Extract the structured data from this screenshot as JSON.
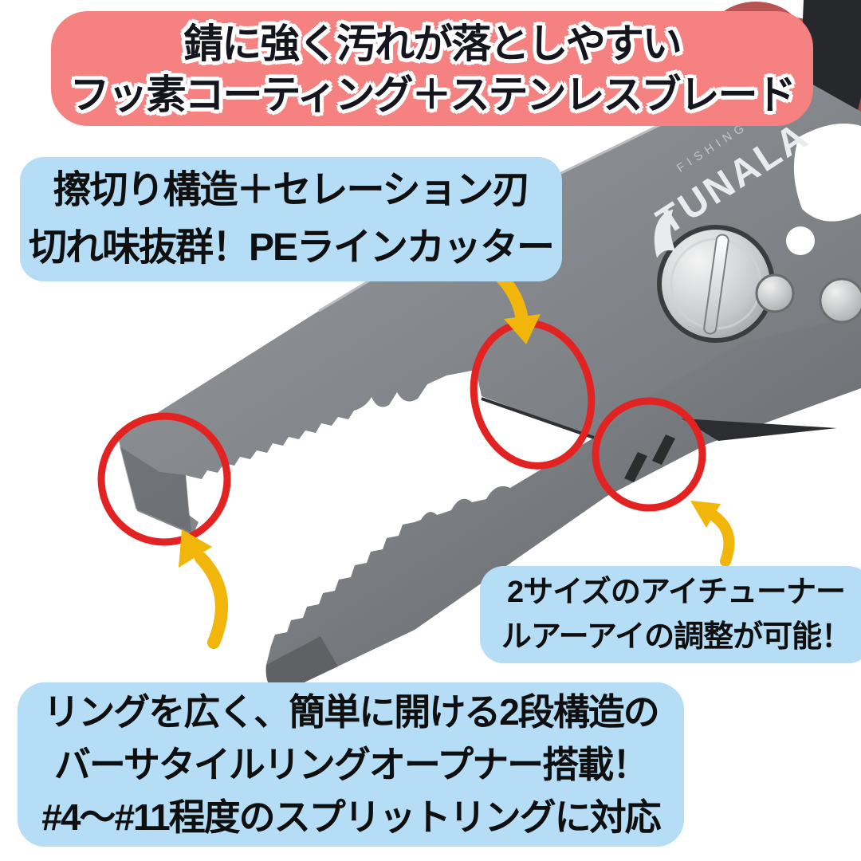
{
  "meta": {
    "kind": "product-promo-image",
    "product": "fishing-pliers"
  },
  "colors": {
    "background": "#ffffff",
    "banner_bg": "#f58181",
    "callout_bg": "#b5ddf6",
    "banner_text": "#15151d",
    "callout_text": "#0f0f10",
    "highlight_circle": "#e32222",
    "arrow": "#f2b50a",
    "plier_gray": "#85888c",
    "handle_red": "#b65353",
    "handle_black": "#26282c",
    "screw_silver": "#d9dcde"
  },
  "banner": {
    "line1": "錆に強く汚れが落としやすい",
    "line2": "フッ素コーティング＋ステンレスブレード"
  },
  "callout_pe_cutter": {
    "line1": "擦切り構造＋セレーション刃",
    "line2": "切れ味抜群！PEラインカッター"
  },
  "callout_eye_tuner": {
    "line1": "2サイズのアイチューナー",
    "line2": "ルアーアイの調整が可能！"
  },
  "callout_ring_opener": {
    "line1": "リングを広く、簡単に開ける2段構造の",
    "line2": "バーサタイルリングオープナー搭載！",
    "line3": "#4〜#11程度のスプリットリングに対応"
  },
  "product": {
    "brand": "TUNALA",
    "brand_sub": "FISHING"
  },
  "annotations": {
    "circles": [
      {
        "name": "ring-opener-tip-highlight"
      },
      {
        "name": "pe-line-cutter-highlight"
      },
      {
        "name": "eye-tuner-slots-highlight"
      }
    ],
    "arrows": [
      {
        "name": "arrow-to-pe-cutter"
      },
      {
        "name": "arrow-to-ring-opener-tip"
      },
      {
        "name": "arrow-to-eye-tuner"
      }
    ]
  }
}
